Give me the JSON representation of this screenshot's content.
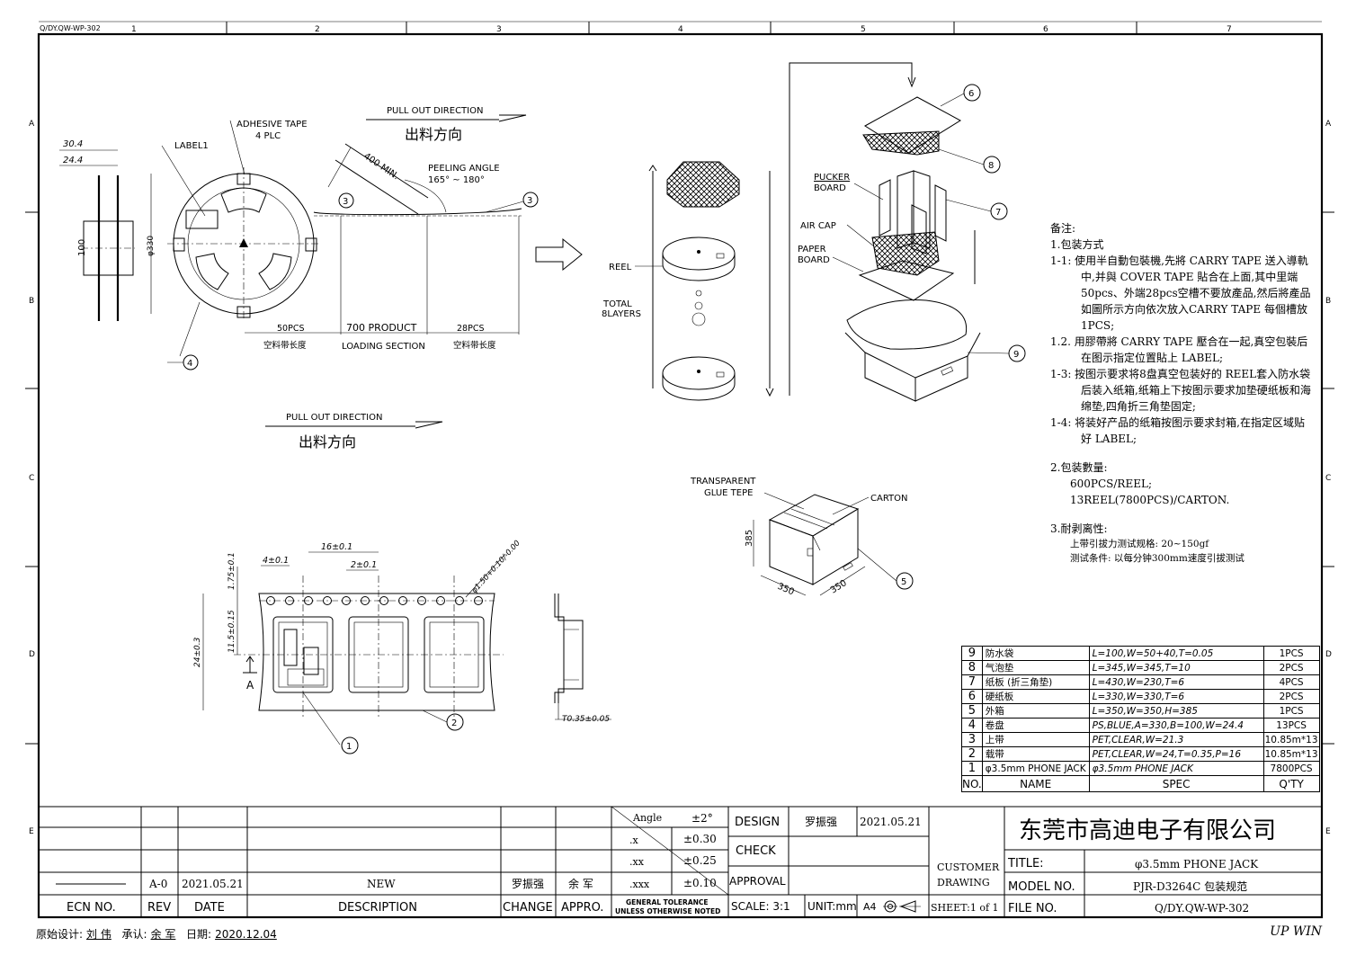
{
  "zone_columns": [
    "1",
    "2",
    "3",
    "4",
    "5",
    "6",
    "7"
  ],
  "zone_rows": [
    "A",
    "B",
    "C",
    "D",
    "E"
  ],
  "top_corner_label": "Q/DY.QW-WP-302",
  "reel_view": {
    "label1": "LABEL1",
    "adhesive_tape": "ADHESIVE TAPE",
    "adhesive_plc": "4 PLC",
    "dim_304": "30.4",
    "dim_244": "24.4",
    "dim_100": "100",
    "dim_330": "φ330",
    "callout_4": "4"
  },
  "tape_layout": {
    "pull_out_direction": "PULL OUT DIRECTION",
    "pull_out_cn": "出料方向",
    "dim_400": "400 MIN.",
    "peeling_angle": "PEELING ANGLE",
    "peeling_range": "165° ~ 180°",
    "callout_3": "3",
    "seg_left_count": "50PCS",
    "seg_left_label": "空料带长度",
    "seg_mid_count": "700 PRODUCT",
    "seg_mid_label": "LOADING SECTION",
    "seg_right_count": "28PCS",
    "seg_right_label": "空料带长度"
  },
  "stack_view": {
    "reel": "REEL",
    "total": "TOTAL",
    "layers": "8LAYERS"
  },
  "carton_explode": {
    "pucker_board_1": "PUCKER",
    "pucker_board_2": "BOARD",
    "air_cap": "AIR CAP",
    "paper_board_1": "PAPER",
    "paper_board_2": "BOARD",
    "callouts": [
      "6",
      "8",
      "7",
      "9"
    ]
  },
  "carton_view": {
    "transparent_1": "TRANSPARENT",
    "transparent_2": "GLUE TEPE",
    "carton": "CARTON",
    "dim_385": "385",
    "dim_350a": "350",
    "dim_350b": "350",
    "callout_5": "5"
  },
  "carrier_tape": {
    "dim_16": "16±0.1",
    "dim_4": "4±0.1",
    "dim_2": "2±0.1",
    "dim_175": "1.75±0.1",
    "dim_115": "11.5±0.15",
    "dim_24": "24±0.3",
    "dim_hole": "φ1.50+0.10/-0.00",
    "dim_t": "T0.35±0.05",
    "section_a": "A",
    "callout_1": "1",
    "callout_2": "2"
  },
  "notes": {
    "heading": "备注:",
    "s1": "1.包装方式",
    "n1_1": "1-1: 使用半自動包裝機,先將 CARRY TAPE 送入導軌中,并與 COVER TAPE 貼合在上面,其中里端50pcs、外端28pcs空槽不要放產品,然后將產品如圖所示方向依次放入CARRY TAPE 每個槽放1PCS;",
    "n1_2": "1.2. 用膠帶將 CARRY TAPE 壓合在一起,真空包裝后在图示指定位置貼上 LABEL;",
    "n1_3": "1-3: 按图示要求将8盘真空包装好的 REEL套入防水袋后装入纸箱,纸箱上下按图示要求加垫硬纸板和海绵垫,四角折三角垫固定;",
    "n1_4": "1-4: 将装好产品的纸箱按图示要求封箱,在指定区域贴好 LABEL;",
    "s2": "2.包装數量:",
    "q1": "600PCS/REEL;",
    "q2": "13REEL(7800PCS)/CARTON.",
    "s3": "3.耐剥离性:",
    "p1": "上带引拔力测试规格: 20~150gf",
    "p2": "测试条件: 以每分钟300mm速度引拔测试"
  },
  "bom": {
    "header": {
      "no": "NO.",
      "name": "NAME",
      "spec": "SPEC",
      "qty": "Q'TY"
    },
    "rows": [
      {
        "no": "9",
        "name": "防水袋",
        "spec": "L=100,W=50+40,T=0.05",
        "qty": "1PCS"
      },
      {
        "no": "8",
        "name": "气泡垫",
        "spec": "L=345,W=345,T=10",
        "qty": "2PCS"
      },
      {
        "no": "7",
        "name": "纸板 (折三角垫)",
        "spec": "L=430,W=230,T=6",
        "qty": "4PCS"
      },
      {
        "no": "6",
        "name": "硬纸板",
        "spec": "L=330,W=330,T=6",
        "qty": "2PCS"
      },
      {
        "no": "5",
        "name": "外箱",
        "spec": "L=350,W=350,H=385",
        "qty": "1PCS"
      },
      {
        "no": "4",
        "name": "卷盘",
        "spec": "PS,BLUE,A=330,B=100,W=24.4",
        "qty": "13PCS"
      },
      {
        "no": "3",
        "name": "上带",
        "spec": "PET,CLEAR,W=21.3",
        "qty": "10.85m*13"
      },
      {
        "no": "2",
        "name": "载带",
        "spec": "PET,CLEAR,W=24,T=0.35,P=16",
        "qty": "10.85m*13"
      },
      {
        "no": "1",
        "name": "φ3.5mm PHONE JACK",
        "spec": "φ3.5mm PHONE JACK",
        "qty": "7800PCS"
      }
    ]
  },
  "title_block": {
    "ecn": "ECN NO.",
    "rev": "REV",
    "date": "DATE",
    "description": "DESCRIPTION",
    "change": "CHANGE",
    "appro": "APPRO.",
    "rev_val": "A-0",
    "date_val": "2021.05.21",
    "desc_val": "NEW",
    "change_val": "罗振强",
    "appro_val": "余 军",
    "angle": "Angle",
    "angle_tol": "±2°",
    "x": ".x",
    "x_tol": "±0.30",
    "xx": ".xx",
    "xx_tol": "±0.25",
    "xxx": ".xxx",
    "xxx_tol": "±0.10",
    "gen_tol_1": "GENERAL TOLERANCE",
    "gen_tol_2": "UNLESS OTHERWISE NOTED",
    "design": "DESIGN",
    "design_name": "罗振强",
    "design_date": "2021.05.21",
    "check": "CHECK",
    "approval": "APPROVAL",
    "scale": "SCALE: 3:1",
    "unit": "UNIT:mm",
    "a4": "A4",
    "customer_1": "CUSTOMER",
    "customer_2": "DRAWING",
    "sheet": "SHEET:1 of 1",
    "company": "东莞市高迪电子有限公司",
    "title_lbl": "TITLE:",
    "title_val": "φ3.5mm PHONE JACK",
    "model_lbl": "MODEL NO.",
    "model_val": "PJR-D3264C 包装规范",
    "file_lbl": "FILE NO.",
    "file_val": "Q/DY.QW-WP-302"
  },
  "footer": {
    "designer_lbl": "原始设计:",
    "designer": "刘 伟",
    "approver_lbl": "承认:",
    "approver": "余 军",
    "date_lbl": "日期:",
    "date": "2020.12.04",
    "brand": "UP WIN"
  }
}
